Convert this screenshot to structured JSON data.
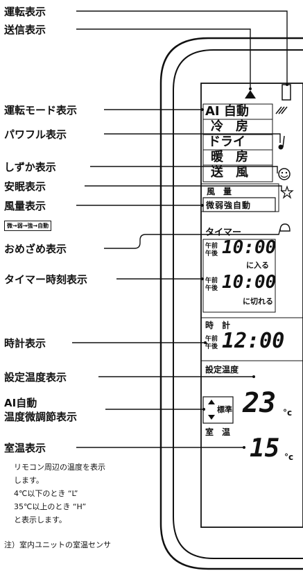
{
  "labels": {
    "operation": "運転表示",
    "transmit": "送信表示",
    "mode": "運転モード表示",
    "powerful": "パワフル表示",
    "quiet": "しずか表示",
    "sleep": "安眠表示",
    "fan": "風量表示",
    "wake": "おめざめ表示",
    "timer_time": "タイマー時刻表示",
    "clock": "時計表示",
    "set_temp": "設定温度表示",
    "ai_adjust_1": "AI自動",
    "ai_adjust_2": "温度微調節表示",
    "room_temp": "室温表示"
  },
  "fan_cycle": [
    "微",
    "弱",
    "強",
    "自動"
  ],
  "notes": {
    "line1": "リモコン周辺の温度を表示",
    "line2": "します。",
    "line3": "4℃以下のとき “L”",
    "line4": "35℃以上のとき “H”",
    "line5": "と表示します。",
    "footnote": "注）室内ユニットの室温センサ"
  },
  "display": {
    "modes": [
      "AI 自動",
      "冷　房",
      "ドライ",
      "暖　房",
      "送　風"
    ],
    "fan_title": "風　量",
    "fan_options": "微弱強自動",
    "timer_title": "タイマー",
    "ampm": "午前\n午後",
    "timer_on_time": "10:00",
    "timer_on_label": "に入る",
    "timer_off_time": "10:00",
    "timer_off_label": "に切れる",
    "clock_title": "時　計",
    "clock_time": "12:00",
    "set_temp_title": "設定温度",
    "standard": "標準",
    "set_temp_value": "23",
    "unit": "°c",
    "room_title": "室　温",
    "room_temp_value": "15"
  }
}
